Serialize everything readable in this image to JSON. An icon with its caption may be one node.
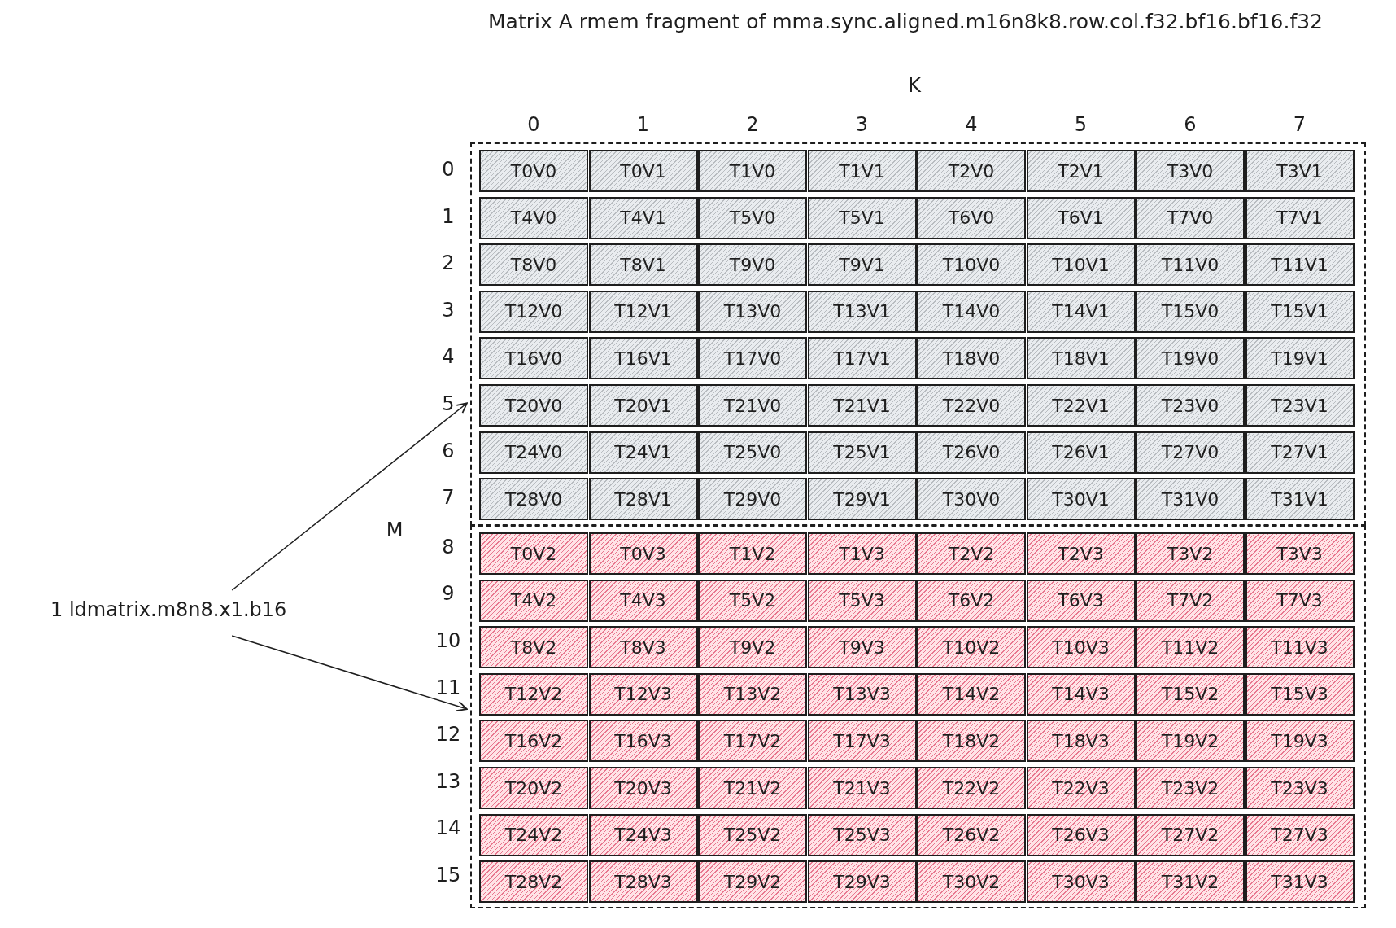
{
  "diagram": {
    "title": "Matrix A rmem fragment of mma.sync.aligned.m16n8k8.row.col.f32.bf16.bf16.f32",
    "nodes": [
      {
        "text": [
          "1 ldmatrix.m8n8.x1.b16"
        ]
      },
      {
        "text": [],
        "shape": "box"
      },
      {
        "text": [
          "T0V0"
        ],
        "in": 1
      },
      {
        "text": [
          "T0V1"
        ],
        "in": 1
      },
      {
        "text": [
          "T1V0"
        ],
        "in": 1
      },
      {
        "text": [
          "T1V1"
        ],
        "in": 1
      },
      {
        "text": [
          "T2V0"
        ],
        "in": 1
      },
      {
        "text": [
          "T2V1"
        ],
        "in": 1
      },
      {
        "text": [
          "T3V0"
        ],
        "in": 1
      },
      {
        "text": [
          "T3V1"
        ],
        "in": 1
      },
      {
        "text": [
          "T4V0"
        ],
        "in": 1
      },
      {
        "text": [
          "T4V1"
        ],
        "in": 1
      },
      {
        "text": [
          "T5V0"
        ],
        "in": 1
      },
      {
        "text": [
          "T5V1"
        ],
        "in": 1
      },
      {
        "text": [
          "T6V0"
        ],
        "in": 1
      },
      {
        "text": [
          "T6V1"
        ],
        "in": 1
      },
      {
        "text": [
          "T7V0"
        ],
        "in": 1
      },
      {
        "text": [
          "T7V1"
        ],
        "in": 1
      },
      {
        "text": [
          "T8V0"
        ],
        "in": 1
      },
      {
        "text": [
          "T8V1"
        ],
        "in": 1
      },
      {
        "text": [
          "T9V0"
        ],
        "in": 1
      },
      {
        "text": [
          "T9V1"
        ],
        "in": 1
      },
      {
        "text": [
          "T10V0"
        ],
        "in": 1
      },
      {
        "text": [
          "T10V1"
        ],
        "in": 1
      },
      {
        "text": [
          "T11V0"
        ],
        "in": 1
      },
      {
        "text": [
          "T11V1"
        ],
        "in": 1
      },
      {
        "text": [
          "T12V0"
        ],
        "in": 1
      },
      {
        "text": [
          "T12V1"
        ],
        "in": 1
      },
      {
        "text": [
          "T13V0"
        ],
        "in": 1
      },
      {
        "text": [
          "T13V1"
        ],
        "in": 1
      },
      {
        "text": [
          "T14V0"
        ],
        "in": 1
      },
      {
        "text": [
          "T14V1"
        ],
        "in": 1
      },
      {
        "text": [
          "T15V0"
        ],
        "in": 1
      },
      {
        "text": [
          "T15V1"
        ],
        "in": 1
      },
      {
        "text": [
          "T16V0"
        ],
        "in": 1
      },
      {
        "text": [
          "T16V1"
        ],
        "in": 1
      },
      {
        "text": [
          "T17V0"
        ],
        "in": 1
      },
      {
        "text": [
          "T17V1"
        ],
        "in": 1
      },
      {
        "text": [
          "T18V0"
        ],
        "in": 1
      },
      {
        "text": [
          "T18V1"
        ],
        "in": 1
      },
      {
        "text": [
          "T19V0"
        ],
        "in": 1
      },
      {
        "text": [
          "T19V1"
        ],
        "in": 1
      },
      {
        "text": [
          "T20V0"
        ],
        "in": 1
      },
      {
        "text": [
          "T20V1"
        ],
        "in": 1
      },
      {
        "text": [
          "T21V0"
        ],
        "in": 1
      },
      {
        "text": [
          "T21V1"
        ],
        "in": 1
      },
      {
        "text": [
          "T22V0"
        ],
        "in": 1
      },
      {
        "text": [
          "T22V1"
        ],
        "in": 1
      },
      {
        "text": [
          "T23V0"
        ],
        "in": 1
      },
      {
        "text": [
          "T23V1"
        ],
        "in": 1
      },
      {
        "text": [
          "T24V0"
        ],
        "in": 1
      },
      {
        "text": [
          "T24V1"
        ],
        "in": 1
      },
      {
        "text": [
          "T25V0"
        ],
        "in": 1
      },
      {
        "text": [
          "T25V1"
        ],
        "in": 1
      },
      {
        "text": [
          "T26V0"
        ],
        "in": 1
      },
      {
        "text": [
          "T26V1"
        ],
        "in": 1
      },
      {
        "text": [
          "T27V0"
        ],
        "in": 1
      },
      {
        "text": [
          "T27V1"
        ],
        "in": 1
      },
      {
        "text": [
          "T28V0"
        ],
        "in": 1
      },
      {
        "text": [
          "T28V1"
        ],
        "in": 1
      },
      {
        "text": [
          "T29V0"
        ],
        "in": 1
      },
      {
        "text": [
          "T29V1"
        ],
        "in": 1
      },
      {
        "text": [
          "T30V0"
        ],
        "in": 1
      },
      {
        "text": [
          "T30V1"
        ],
        "in": 1
      },
      {
        "text": [
          "T31V0"
        ],
        "in": 1
      },
      {
        "text": [
          "T31V1"
        ],
        "in": 1
      },
      {
        "text": [],
        "shape": "box"
      },
      {
        "text": [
          "T0V2"
        ],
        "in": 66
      },
      {
        "text": [
          "T0V3"
        ],
        "in": 66
      },
      {
        "text": [
          "T1V2"
        ],
        "in": 66
      },
      {
        "text": [
          "T1V3"
        ],
        "in": 66
      },
      {
        "text": [
          "T2V2"
        ],
        "in": 66
      },
      {
        "text": [
          "T2V3"
        ],
        "in": 66
      },
      {
        "text": [
          "T3V2"
        ],
        "in": 66
      },
      {
        "text": [
          "T3V3"
        ],
        "in": 66
      },
      {
        "text": [
          "T4V2"
        ],
        "in": 66
      },
      {
        "text": [
          "T4V3"
        ],
        "in": 66
      },
      {
        "text": [
          "T5V2"
        ],
        "in": 66
      },
      {
        "text": [
          "T5V3"
        ],
        "in": 66
      },
      {
        "text": [
          "T6V2"
        ],
        "in": 66
      },
      {
        "text": [
          "T6V3"
        ],
        "in": 66
      },
      {
        "text": [
          "T7V2"
        ],
        "in": 66
      },
      {
        "text": [
          "T7V3"
        ],
        "in": 66
      },
      {
        "text": [
          "T8V2"
        ],
        "in": 66
      },
      {
        "text": [
          "T8V3"
        ],
        "in": 66
      },
      {
        "text": [
          "T9V2"
        ],
        "in": 66
      },
      {
        "text": [
          "T9V3"
        ],
        "in": 66
      },
      {
        "text": [
          "T10V2"
        ],
        "in": 66
      },
      {
        "text": [
          "T10V3"
        ],
        "in": 66
      },
      {
        "text": [
          "T11V2"
        ],
        "in": 66
      },
      {
        "text": [
          "T11V3"
        ],
        "in": 66
      },
      {
        "text": [
          "T12V2"
        ],
        "in": 66
      },
      {
        "text": [
          "T12V3"
        ],
        "in": 66
      },
      {
        "text": [
          "T13V2"
        ],
        "in": 66
      },
      {
        "text": [
          "T13V3"
        ],
        "in": 66
      },
      {
        "text": [
          "T14V2"
        ],
        "in": 66
      },
      {
        "text": [
          "T14V3"
        ],
        "in": 66
      },
      {
        "text": [
          "T15V2"
        ],
        "in": 66
      },
      {
        "text": [
          "T15V3"
        ],
        "in": 66
      },
      {
        "text": [
          "T16V2"
        ],
        "in": 66
      },
      {
        "text": [
          "T16V3"
        ],
        "in": 66
      },
      {
        "text": [
          "T17V2"
        ],
        "in": 66
      },
      {
        "text": [
          "T17V3"
        ],
        "in": 66
      },
      {
        "text": [
          "T18V2"
        ],
        "in": 66
      },
      {
        "text": [
          "T18V3"
        ],
        "in": 66
      },
      {
        "text": [
          "T19V2"
        ],
        "in": 66
      },
      {
        "text": [
          "T19V3"
        ],
        "in": 66
      },
      {
        "text": [
          "T20V2"
        ],
        "in": 66
      },
      {
        "text": [
          "T20V3"
        ],
        "in": 66
      },
      {
        "text": [
          "T21V2"
        ],
        "in": 66
      },
      {
        "text": [
          "T21V3"
        ],
        "in": 66
      },
      {
        "text": [
          "T22V2"
        ],
        "in": 66
      },
      {
        "text": [
          "T22V3"
        ],
        "in": 66
      },
      {
        "text": [
          "T23V2"
        ],
        "in": 66
      },
      {
        "text": [
          "T23V3"
        ],
        "in": 66
      },
      {
        "text": [
          "T24V2"
        ],
        "in": 66
      },
      {
        "text": [
          "T24V3"
        ],
        "in": 66
      },
      {
        "text": [
          "T25V2"
        ],
        "in": 66
      },
      {
        "text": [
          "T25V3"
        ],
        "in": 66
      },
      {
        "text": [
          "T26V2"
        ],
        "in": 66
      },
      {
        "text": [
          "T26V3"
        ],
        "in": 66
      },
      {
        "text": [
          "T27V2"
        ],
        "in": 66
      },
      {
        "text": [
          "T27V3"
        ],
        "in": 66
      },
      {
        "text": [
          "T28V2"
        ],
        "in": 66
      },
      {
        "text": [
          "T28V3"
        ],
        "in": 66
      },
      {
        "text": [
          "T29V2"
        ],
        "in": 66
      },
      {
        "text": [
          "T29V3"
        ],
        "in": 66
      },
      {
        "text": [
          "T30V2"
        ],
        "in": 66
      },
      {
        "text": [
          "T30V3"
        ],
        "in": 66
      },
      {
        "text": [
          "T31V2"
        ],
        "in": 66
      },
      {
        "text": [
          "T31V3"
        ],
        "in": 66
      }
    ],
    "edges": [
      {
        "from": 0,
        "to": 1,
        "arrow": "to"
      },
      {
        "from": 0,
        "to": 66,
        "arrow": "to"
      }
    ],
    "labels": [
      "K",
      "0",
      "1",
      "2",
      "3",
      "4",
      "5",
      "6",
      "7",
      "0",
      "1",
      "2",
      "3",
      "4",
      "5",
      "6",
      "7",
      "M",
      "8",
      "9",
      "10",
      "11",
      "12",
      "13",
      "14",
      "15"
    ]
  }
}
